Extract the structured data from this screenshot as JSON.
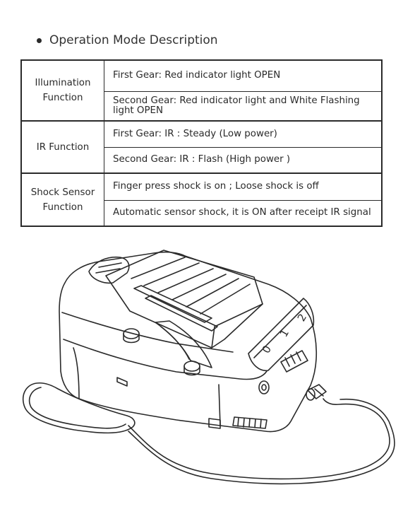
{
  "heading": "Operation Mode Description",
  "table": {
    "groups": [
      {
        "function": "Illumination Function",
        "rows": [
          "First Gear: Red indicator light OPEN",
          "Second Gear: Red indicator light and White Flashing light OPEN"
        ]
      },
      {
        "function": "IR Function",
        "rows": [
          "First Gear: IR : Steady  (Low power)",
          "Second Gear:  IR : Flash (High power )"
        ]
      },
      {
        "function": "Shock Sensor Function",
        "rows": [
          "Finger press shock is on ; Loose shock is off",
          "Automatic sensor shock, it is ON after receipt IR signal"
        ]
      }
    ]
  },
  "illustration": {
    "selector_numbers": [
      "0",
      "1",
      "2"
    ]
  }
}
